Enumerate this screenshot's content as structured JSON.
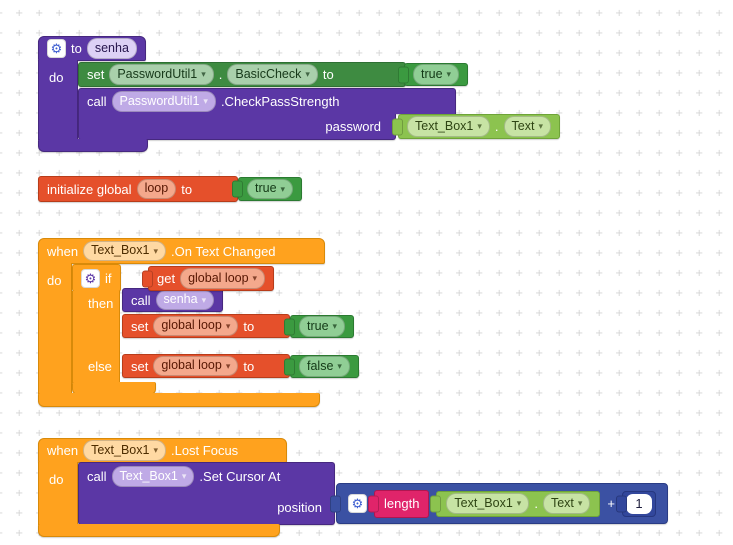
{
  "icons": {
    "gear": "⚙",
    "dropdown": "▾"
  },
  "colors": {
    "procedure_purple": "#5b37a5",
    "event_control_orange": "#ffa21e",
    "variable_red": "#e5502b",
    "logic_green": "#3b9a40",
    "component_set_green": "#3e8b41",
    "component_get_lime": "#8cc34f",
    "text_pink": "#e0246a",
    "math_navy": "#3b51a3",
    "workspace_grid": "#d4d4d4"
  },
  "procedure_senha": {
    "to": "to",
    "name": "senha",
    "do": "do",
    "set": {
      "kw": "set",
      "component": "PasswordUtil1",
      "dot": ".",
      "property": "BasicCheck",
      "to": "to"
    },
    "true_val": "true",
    "call": {
      "kw": "call",
      "component": "PasswordUtil1",
      "method": ".CheckPassStrength",
      "param": "password"
    },
    "getter": {
      "component": "Text_Box1",
      "dot": ".",
      "property": "Text"
    }
  },
  "init_global_loop": {
    "kw": "initialize global",
    "name": "loop",
    "to": "to",
    "val": "true"
  },
  "when_text_changed": {
    "when": "when",
    "component": "Text_Box1",
    "event": ".On Text Changed",
    "do": "do",
    "if": "if",
    "then": "then",
    "else": "else",
    "get": {
      "kw": "get",
      "var": "global loop"
    },
    "call": {
      "kw": "call",
      "name": "senha"
    },
    "set_true": {
      "kw": "set",
      "var": "global loop",
      "to": "to",
      "val": "true"
    },
    "set_false": {
      "kw": "set",
      "var": "global loop",
      "to": "to",
      "val": "false"
    }
  },
  "when_lost_focus": {
    "when": "when",
    "component": "Text_Box1",
    "event": ".Lost Focus",
    "do": "do",
    "call": {
      "kw": "call",
      "component": "Text_Box1",
      "method": ".Set Cursor At",
      "param": "position"
    },
    "expr": {
      "kw": "length",
      "component": "Text_Box1",
      "dot": ".",
      "property": "Text",
      "plus": "+",
      "number": "1"
    }
  }
}
